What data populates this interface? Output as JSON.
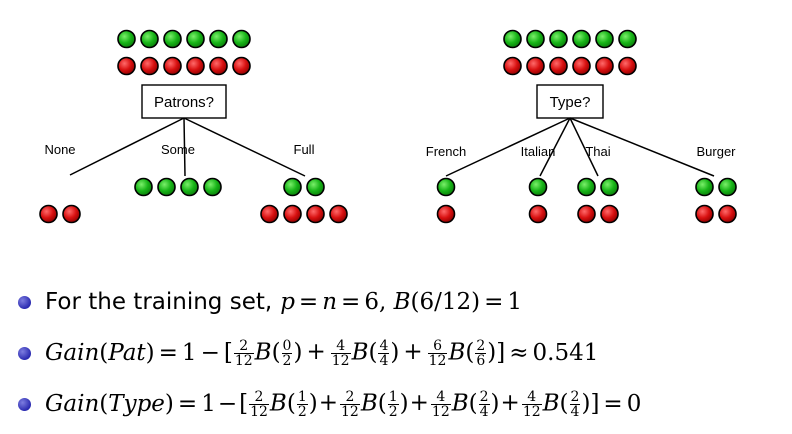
{
  "colors": {
    "positive": "#11b011",
    "negative": "#d01010",
    "outline": "#000000",
    "bullet": "#2a2ab0"
  },
  "trees": [
    {
      "attribute": "Patrons?",
      "root_positive": 6,
      "root_negative": 6,
      "branches": [
        {
          "label": "None",
          "positive": 0,
          "negative": 2
        },
        {
          "label": "Some",
          "positive": 4,
          "negative": 0
        },
        {
          "label": "Full",
          "positive": 2,
          "negative": 4
        }
      ]
    },
    {
      "attribute": "Type?",
      "root_positive": 6,
      "root_negative": 6,
      "branches": [
        {
          "label": "French",
          "positive": 1,
          "negative": 1
        },
        {
          "label": "Italian",
          "positive": 1,
          "negative": 1
        },
        {
          "label": "Thai",
          "positive": 2,
          "negative": 2
        },
        {
          "label": "Burger",
          "positive": 2,
          "negative": 2
        }
      ]
    }
  ],
  "bullets": {
    "b1": {
      "text": "For the training set,",
      "p": "p",
      "n": "n",
      "eq_value": "6",
      "b_arg": "6/12",
      "b_value": "1"
    },
    "b2": {
      "gain": "Gain",
      "arg": "Pat",
      "one": "1",
      "terms": [
        [
          "2",
          "12",
          "0",
          "2"
        ],
        [
          "4",
          "12",
          "4",
          "4"
        ],
        [
          "6",
          "12",
          "2",
          "6"
        ]
      ],
      "result": "0.541"
    },
    "b3": {
      "gain": "Gain",
      "arg": "Type",
      "one": "1",
      "terms": [
        [
          "2",
          "12",
          "1",
          "2"
        ],
        [
          "2",
          "12",
          "1",
          "2"
        ],
        [
          "4",
          "12",
          "2",
          "4"
        ],
        [
          "4",
          "12",
          "2",
          "4"
        ]
      ],
      "result": "0"
    }
  }
}
